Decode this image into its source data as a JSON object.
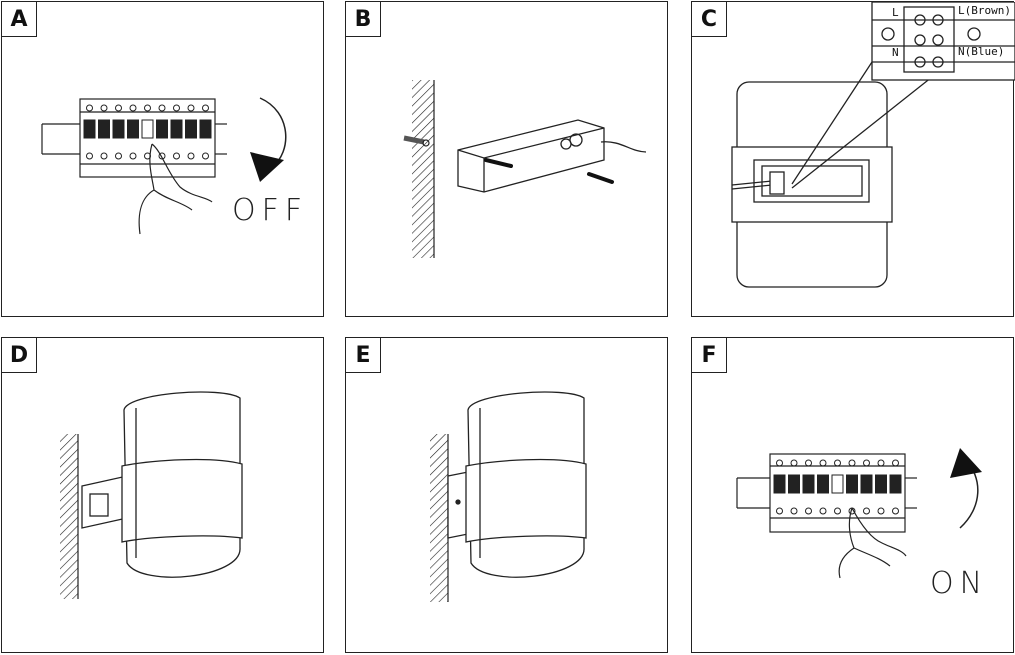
{
  "steps": [
    {
      "label": "A"
    },
    {
      "label": "B"
    },
    {
      "label": "C"
    },
    {
      "label": "D"
    },
    {
      "label": "E"
    },
    {
      "label": "F"
    }
  ],
  "panel_a": {
    "state_text": "OFF"
  },
  "panel_c": {
    "live_label": "L",
    "neutral_label": "N",
    "brown_label": "L(Brown)",
    "blue_label": "N(Blue)"
  },
  "panel_f": {
    "state_text": "ON"
  }
}
